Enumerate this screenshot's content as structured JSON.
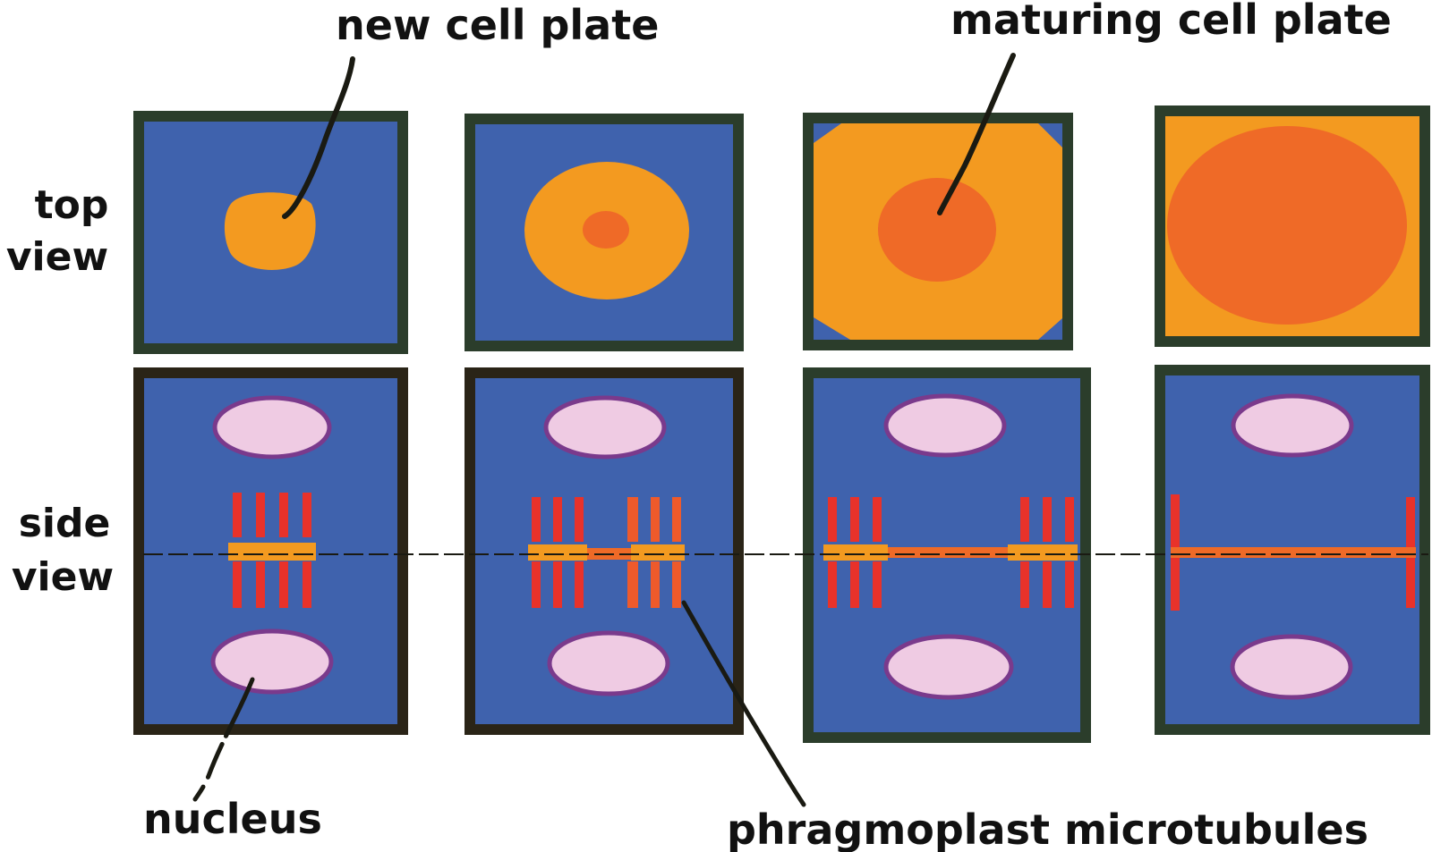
{
  "labels": {
    "top_row": [
      "top",
      "view"
    ],
    "side_row": [
      "side",
      "view"
    ],
    "new_cell_plate": "new cell plate",
    "maturing_cell_plate": "maturing cell plate",
    "nucleus": "nucleus",
    "phragmoplast": "phragmoplast microtubules"
  },
  "colors": {
    "cytoplasm": "#3f62ad",
    "wall_green": "#2b3d2b",
    "wall_dark": "#2a2417",
    "plate_young": "#f39a20",
    "plate_mature": "#ef6a27",
    "microtubule": "#e8322a",
    "microtubule_alt": "#ee5a2b",
    "nucleus_fill": "#efcbe3",
    "nucleus_edge": "#7a3a8c",
    "leader": "#1a1a12"
  },
  "stages": [
    {
      "top_view": "small young cell plate at center",
      "side_view": "phragmoplast at center"
    },
    {
      "top_view": "expanding plate with mature center",
      "side_view": "phragmoplast splitting outward"
    },
    {
      "top_view": "plate nearly filling cell, mature center",
      "side_view": "phragmoplast at cell edges"
    },
    {
      "top_view": "mature plate filling cell",
      "side_view": "plate joined to walls"
    }
  ]
}
